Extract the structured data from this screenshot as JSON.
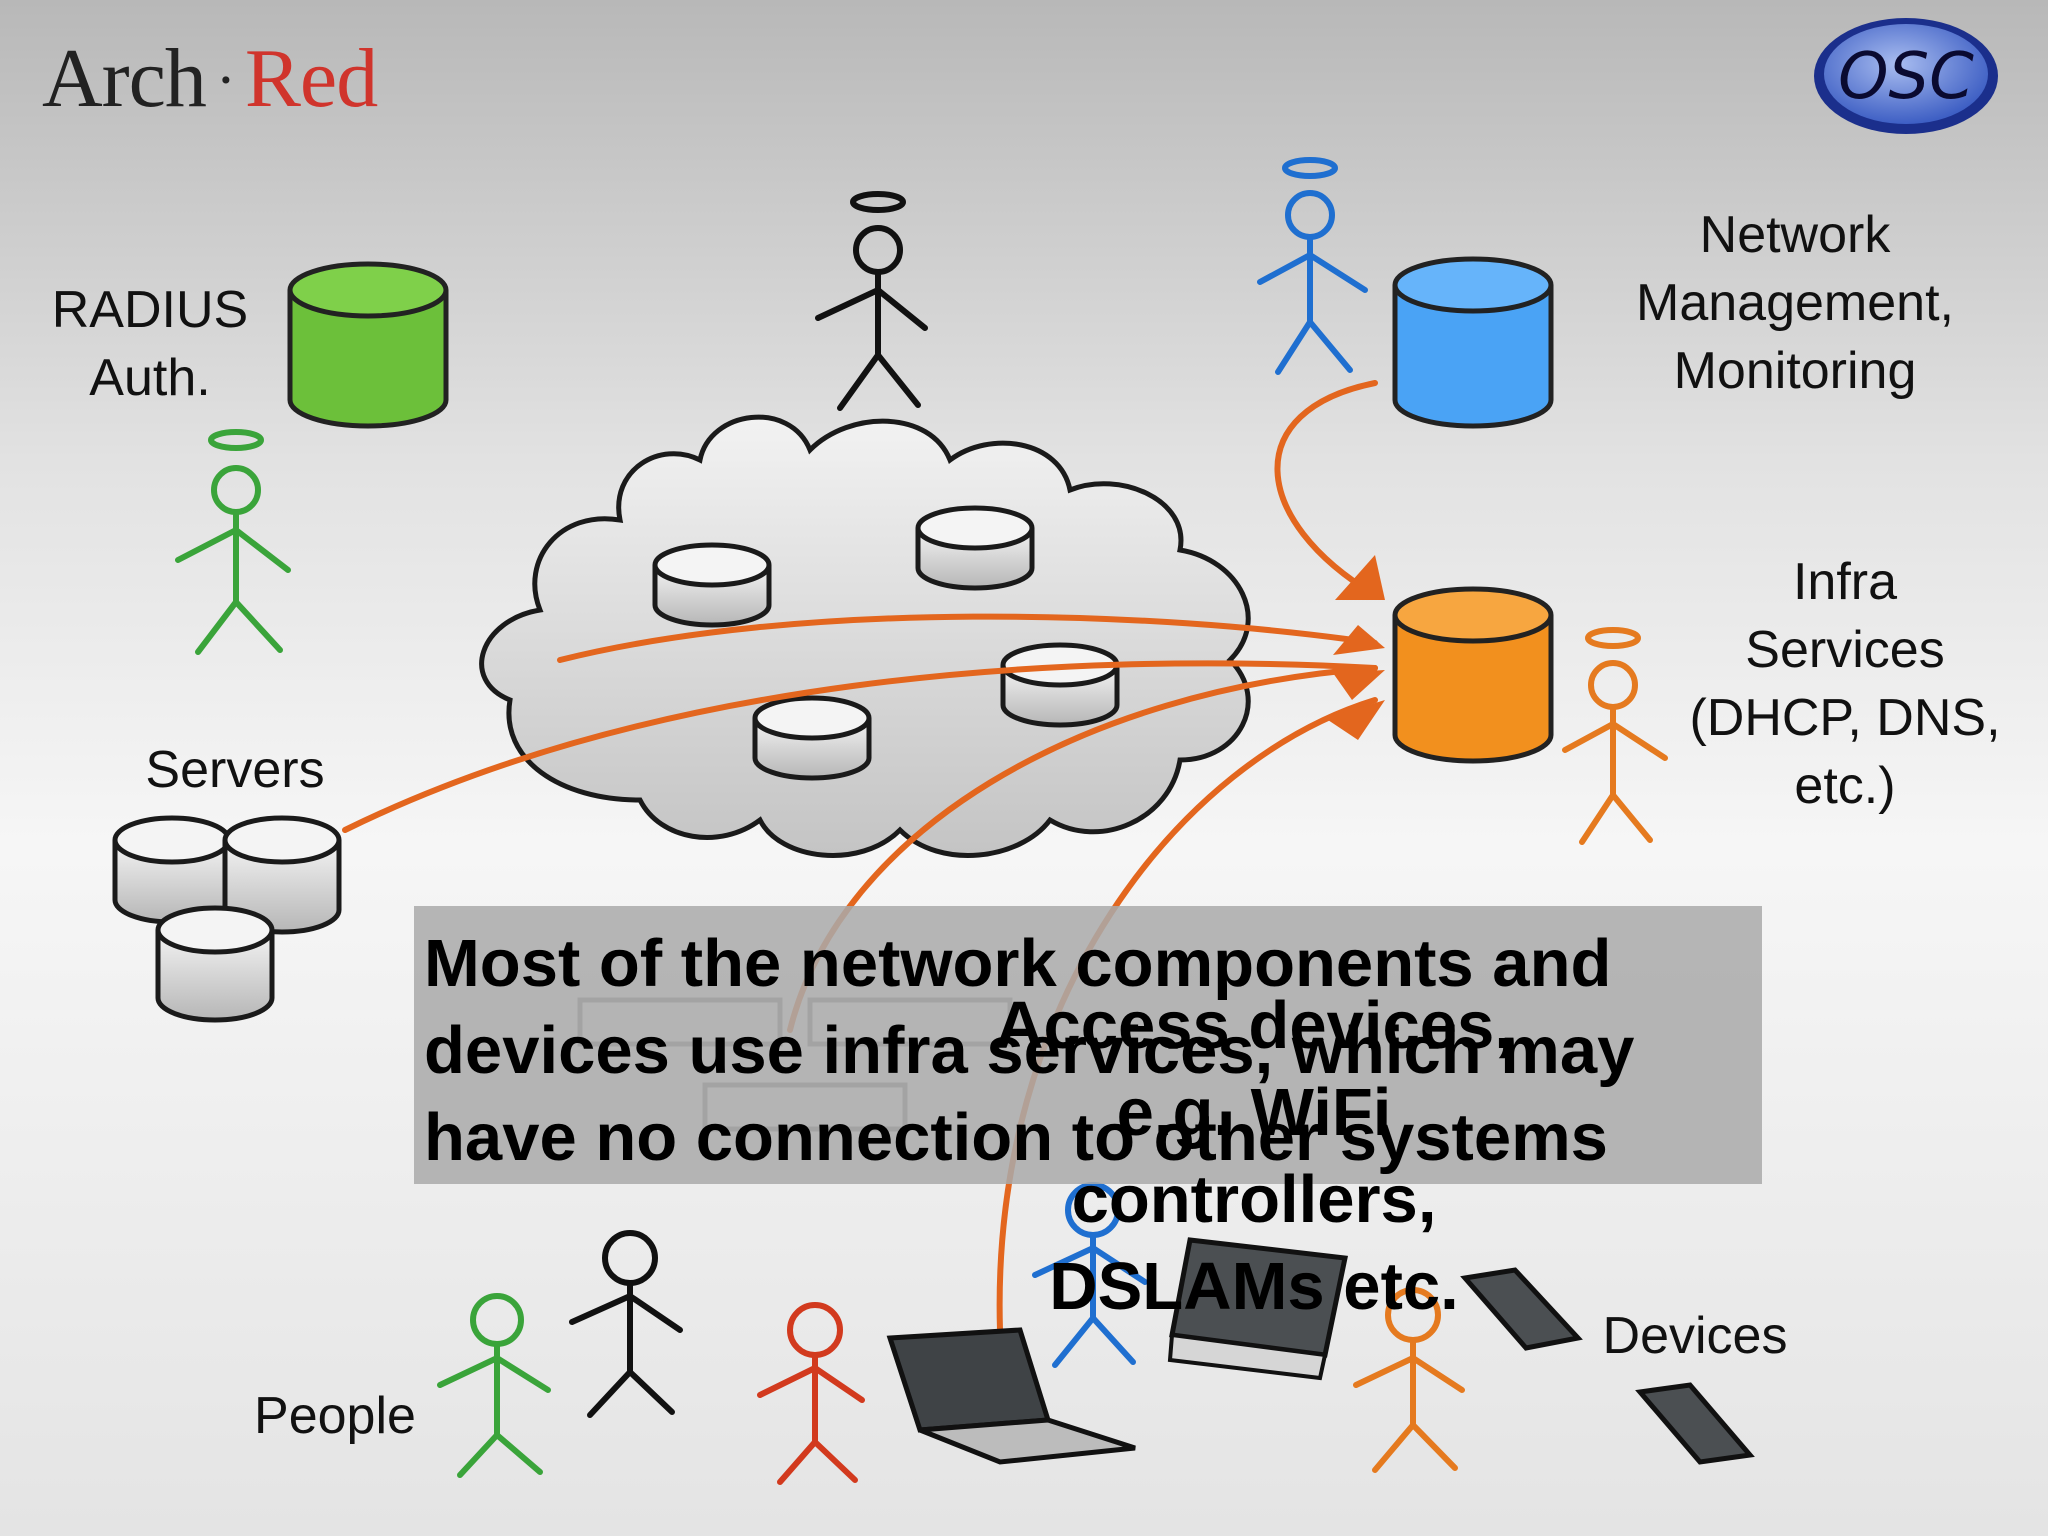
{
  "brand": {
    "part1": "Arch",
    "separator": "·",
    "part2": "Red"
  },
  "logo": {
    "text": "OSC",
    "icon": "osc-logo-badge"
  },
  "labels": {
    "radius": "RADIUS\nAuth.",
    "netmgmt": "Network\nManagement,\nMonitoring",
    "infra": "Infra\nServices\n(DHCP, DNS,\netc.)",
    "servers": "Servers",
    "people": "People",
    "devices": "Devices"
  },
  "ghost_label": "Access devices,\ne.g. WiFi controllers,\nDSLAMs etc.",
  "caption": "Most of the network components and\ndevices use infra services, which may\nhave no connection to other systems",
  "colors": {
    "green": "#3aa43a",
    "db_green": "#6cc03a",
    "blue": "#1f6fd0",
    "db_blue": "#4aa3f5",
    "orange": "#e57a1f",
    "db_orange": "#f2901e",
    "red": "#d23a1e",
    "black": "#111111",
    "arrow": "#e3661e"
  },
  "icons": {
    "databases": [
      "green-database-icon",
      "blue-database-icon",
      "orange-database-icon"
    ],
    "cloud": "network-cloud-icon",
    "people": [
      "stick-figure-icon"
    ],
    "devices": [
      "laptop-icon",
      "monitor-icon",
      "tablet-icon"
    ]
  }
}
